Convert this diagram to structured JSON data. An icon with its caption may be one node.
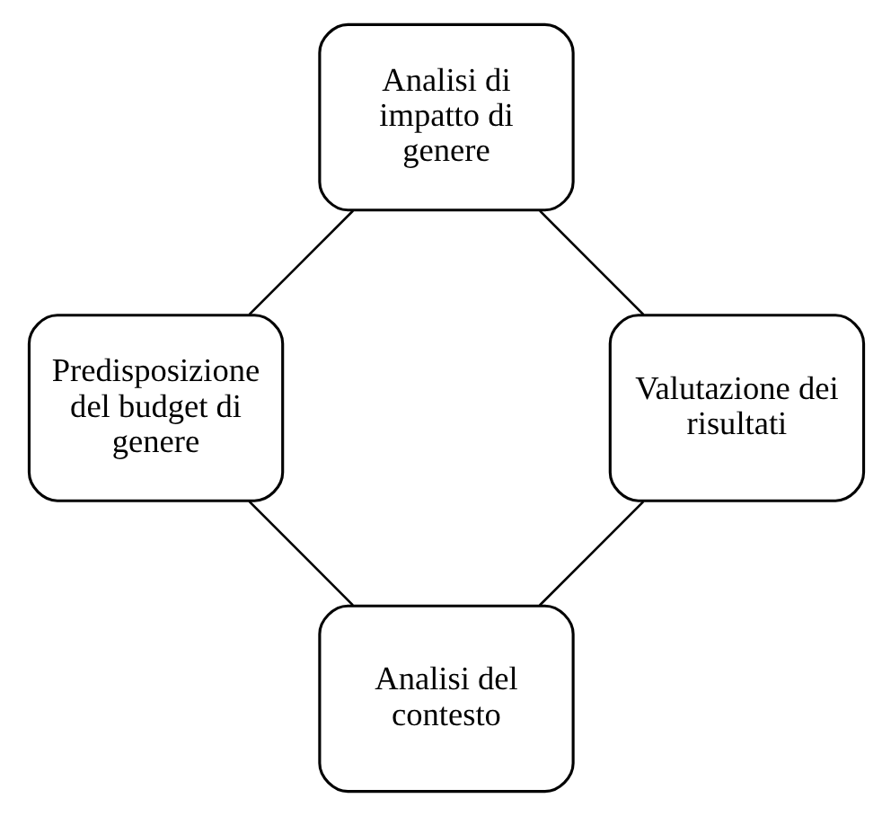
{
  "diagram": {
    "nodes": [
      {
        "text": [
          "Analisi del contesto"
        ]
      },
      {
        "text": [
          "Predisposizione del budget di genere"
        ]
      },
      {
        "text": [
          "Analisi di impatto di genere"
        ]
      },
      {
        "text": [
          "Valutazione dei risultati"
        ]
      }
    ],
    "edges": [
      {
        "from": 0,
        "to": 1,
        "arrow": "none"
      },
      {
        "from": 1,
        "to": 2,
        "arrow": "none"
      },
      {
        "from": 2,
        "to": 3,
        "arrow": "none"
      },
      {
        "from": 3,
        "to": 0,
        "arrow": "none"
      }
    ]
  }
}
